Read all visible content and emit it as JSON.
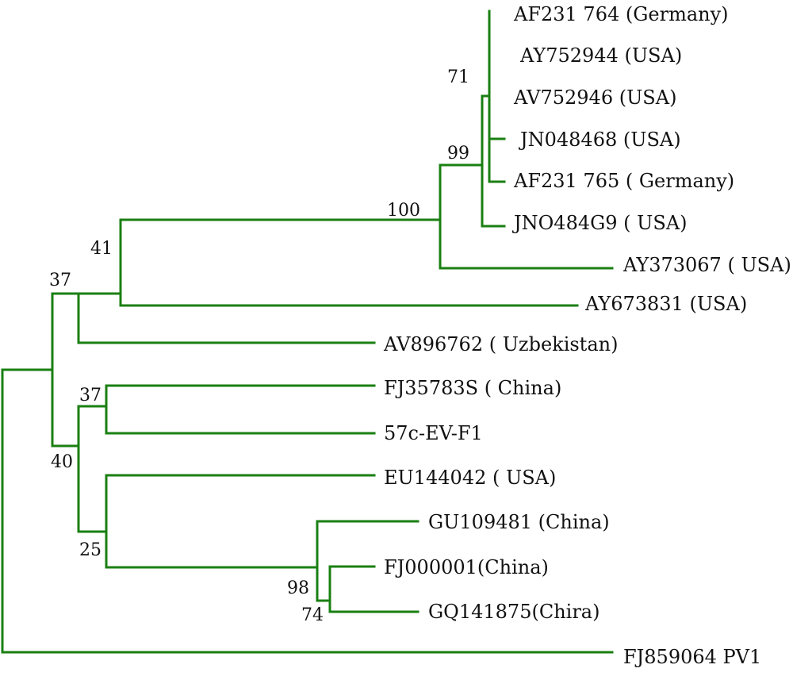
{
  "colors": {
    "branch": "#1a7f12",
    "text": "#111111",
    "background": "#ffffff"
  },
  "leaves": [
    "AF231 764 (Germany)",
    "AY752944 (USA)",
    "AV752946 (USA)",
    "JN048468 (USA)",
    "AF231 765 ( Germany)",
    "JNO484G9 ( USA)",
    "AY373067 ( USA)",
    "AY673831 (USA)",
    "AV896762 ( Uzbekistan)",
    "FJ35783S ( China)",
    "57c-EV-F1",
    "EU144042 ( USA)",
    "GU109481 (China)",
    "FJ000001(China)",
    "GQ141875(Chira)",
    "FJ859064 PV1"
  ],
  "support_values": {
    "n71": "71",
    "n99": "99",
    "n100": "100",
    "n41": "41",
    "n37a": "37",
    "n37b": "37",
    "n40": "40",
    "n25": "25",
    "n98": "98",
    "n74": "74"
  }
}
